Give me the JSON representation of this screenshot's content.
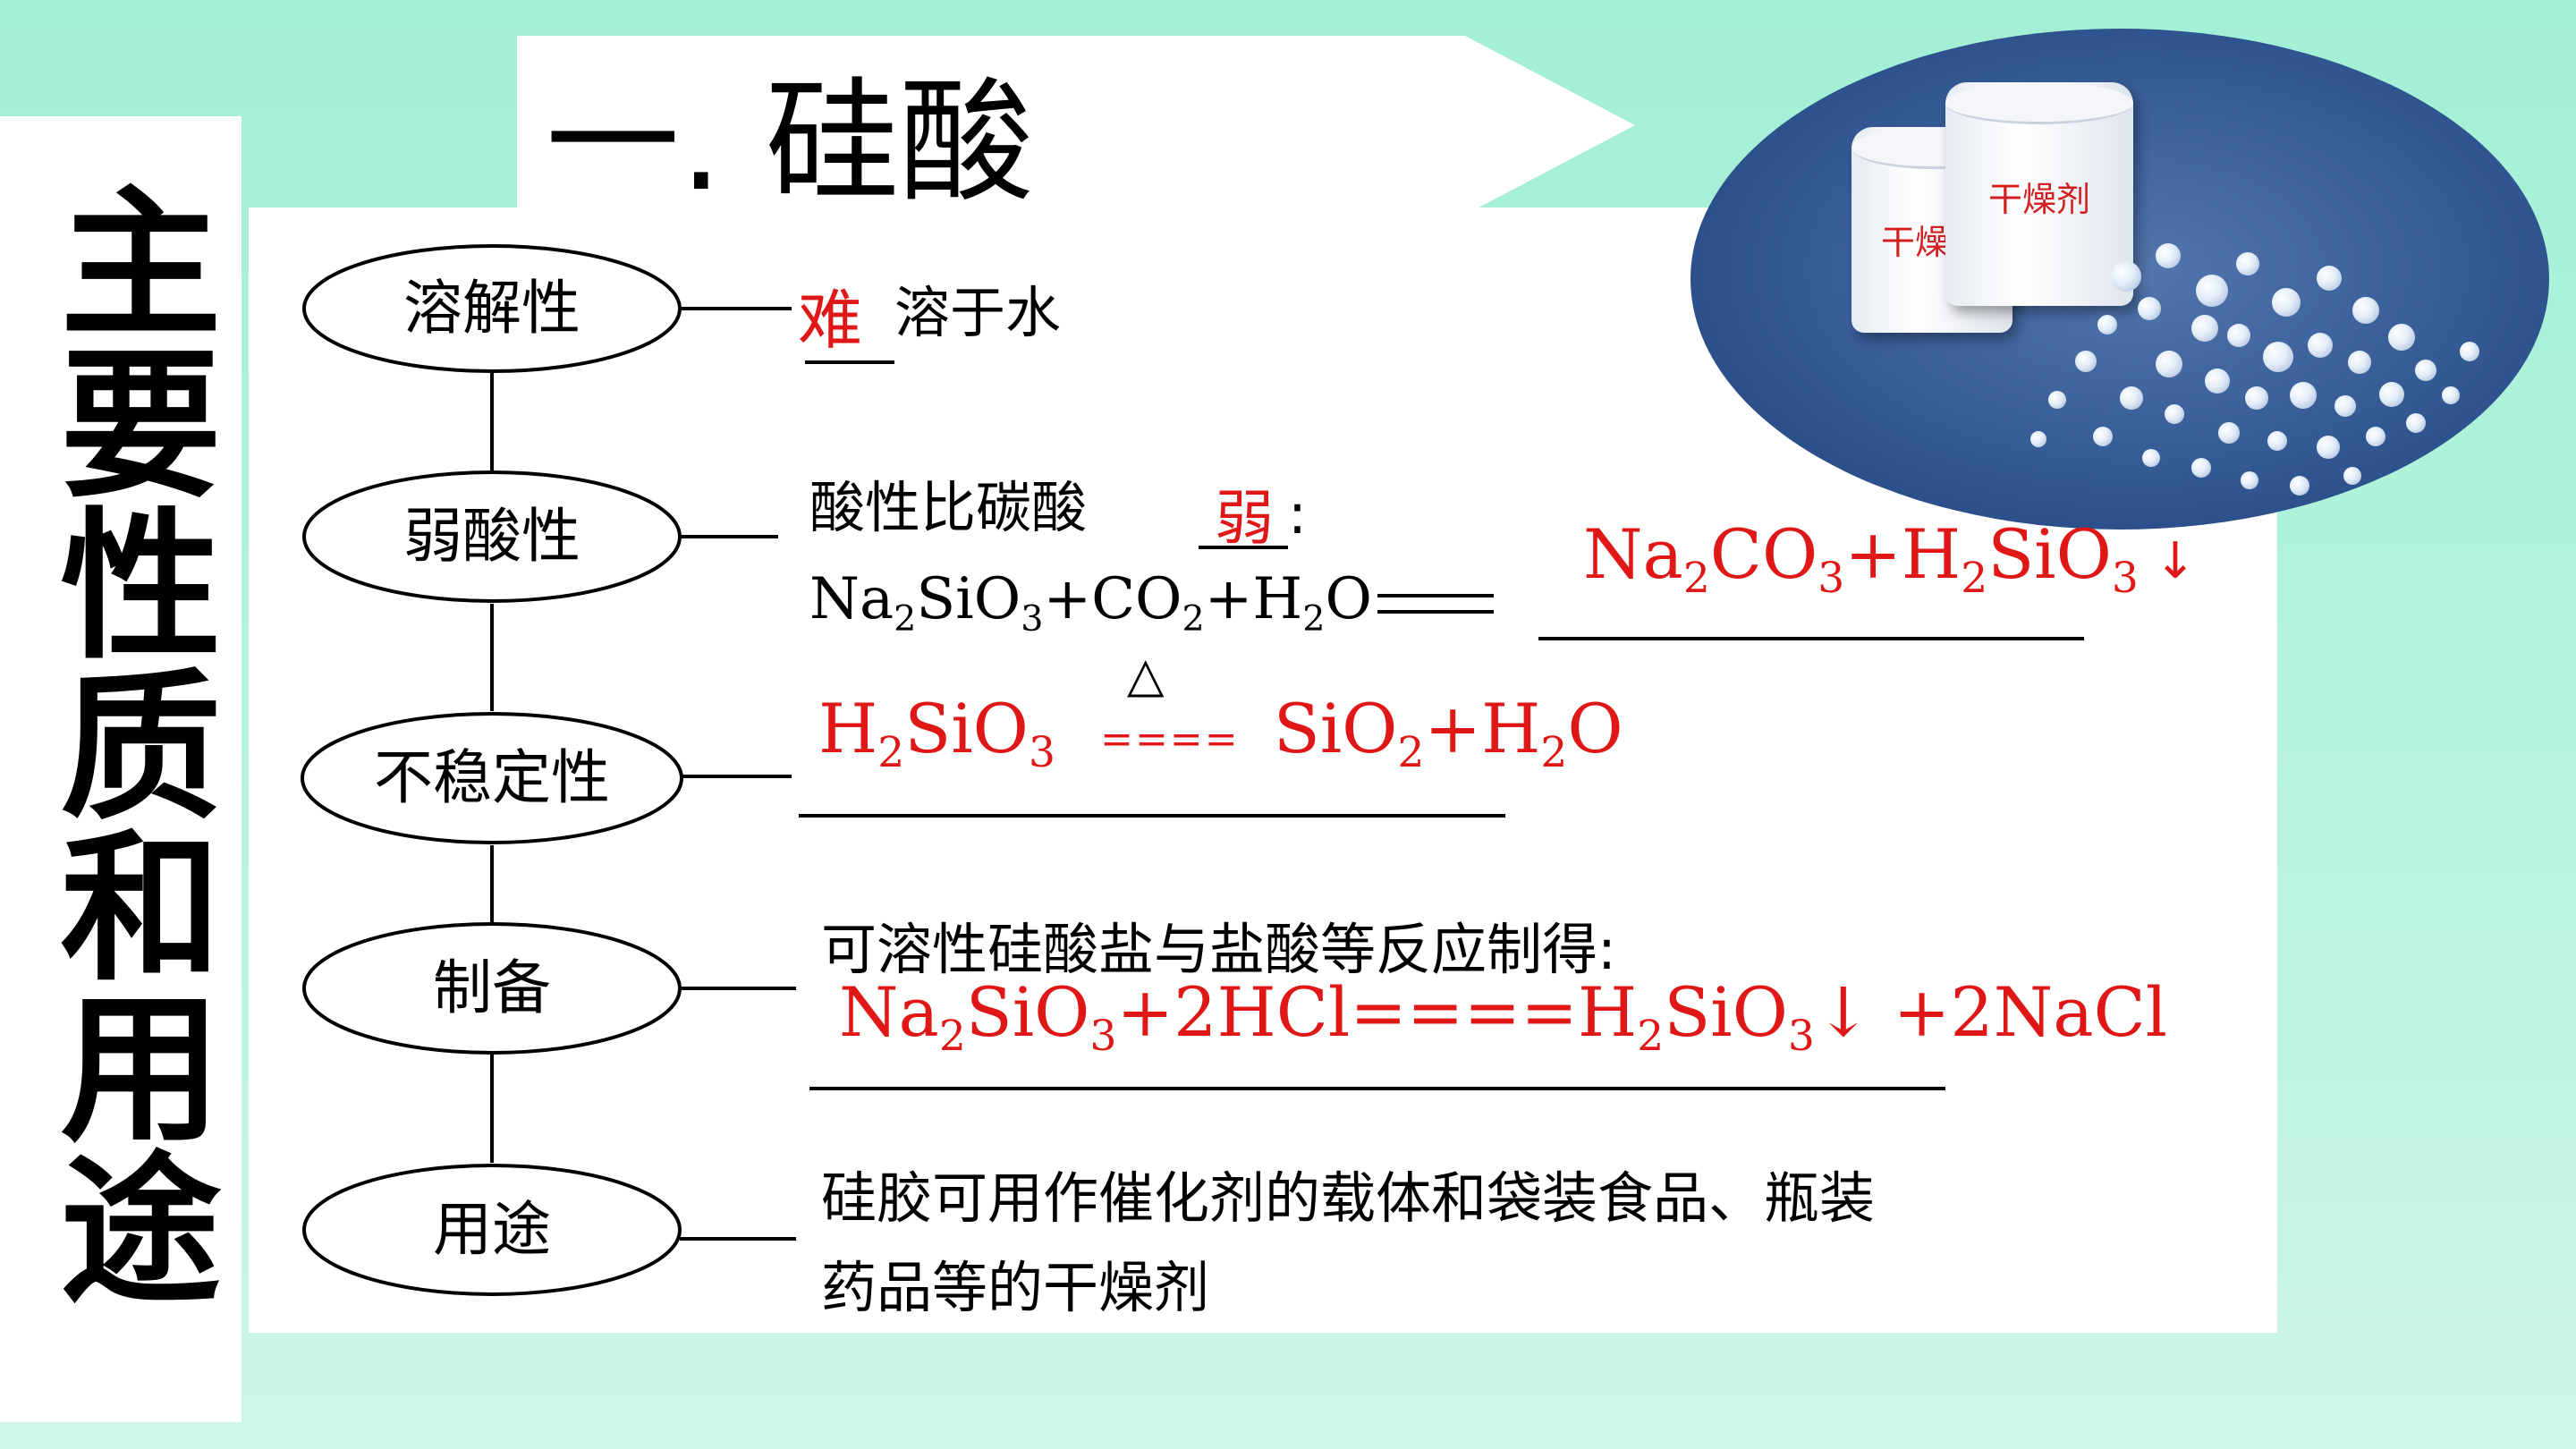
{
  "vertical_title": "主要性质和用途",
  "slide_title": "一. 硅酸",
  "photo": {
    "jar_labels": [
      "干燥剂",
      "干燥剂"
    ]
  },
  "nodes": [
    {
      "label": "溶解性"
    },
    {
      "label": "弱酸性"
    },
    {
      "label": "不稳定性"
    },
    {
      "label": "制备"
    },
    {
      "label": "用途"
    }
  ],
  "solubility": {
    "answer": "难",
    "text": "溶于水"
  },
  "weak_acid": {
    "prompt": "酸性比碳酸",
    "answer": "弱",
    "colon": ":",
    "equation_left": {
      "a": "Na",
      "b": "2",
      "c": "SiO",
      "d": "3",
      "e": "+CO",
      "f": "2",
      "g": "+H",
      "h": "2",
      "i": "O"
    },
    "equation_right": {
      "a": "Na",
      "b": "2",
      "c": "CO",
      "d": "3",
      "e": "+H",
      "f": "2",
      "g": "SiO",
      "h": "3",
      "i": " ↓"
    }
  },
  "instability": {
    "condition": "△",
    "left": {
      "a": "H",
      "b": "2",
      "c": "SiO",
      "d": "3"
    },
    "arrow": "====",
    "right": {
      "a": "SiO",
      "b": "2",
      "c": "+H",
      "d": "2",
      "e": "O"
    }
  },
  "preparation": {
    "text": "可溶性硅酸盐与盐酸等反应制得:",
    "equation": {
      "a": "Na",
      "b": "2",
      "c": "SiO",
      "d": "3",
      "e": "+2HCl====H",
      "f": "2",
      "g": "SiO",
      "h": "3",
      "i": "↓ +2NaCl"
    }
  },
  "uses": {
    "line1": "硅胶可用作催化剂的载体和袋装食品、瓶装",
    "line2": "药品等的干燥剂"
  },
  "colors": {
    "answer_red": "#e01717",
    "background_green": "#a2f0d6",
    "photo_blue": "#345a95"
  }
}
